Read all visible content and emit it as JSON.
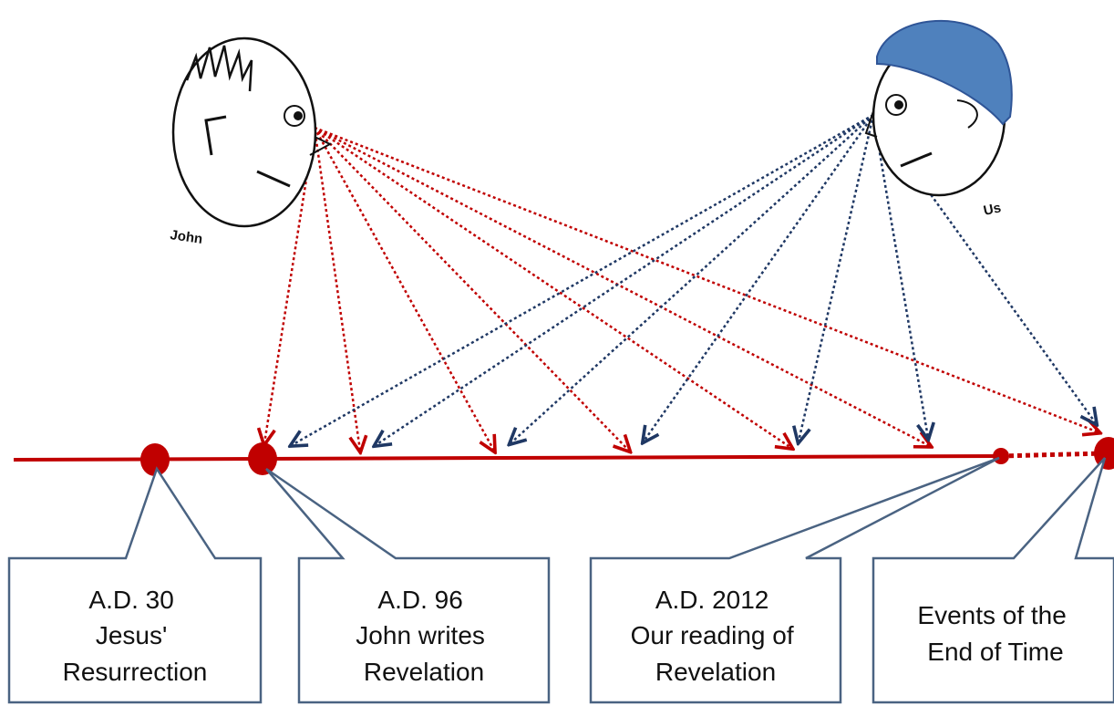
{
  "figures": {
    "john": {
      "label": "John"
    },
    "us": {
      "label": "Us"
    }
  },
  "callouts": [
    {
      "lines": [
        "A.D. 30",
        "Jesus'",
        "Resurrection"
      ]
    },
    {
      "lines": [
        "A.D. 96",
        "John writes",
        "Revelation"
      ]
    },
    {
      "lines": [
        "A.D. 2012",
        "Our reading of",
        "Revelation"
      ]
    },
    {
      "lines": [
        "Events of the",
        "End of Time"
      ]
    }
  ],
  "colors": {
    "timeline": "#c00000",
    "john_arrows": "#c00000",
    "us_arrows": "#1f3864",
    "callout_border": "#4a6382",
    "hat": "#4f81bd"
  }
}
